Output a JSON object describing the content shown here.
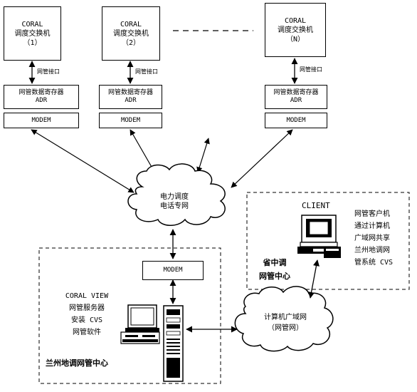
{
  "switches": [
    {
      "name": "CORAL",
      "label": "调度交换机",
      "index": "（1）"
    },
    {
      "name": "CORAL",
      "label": "调度交换机",
      "index": "（2）"
    },
    {
      "name": "CORAL",
      "label": "调度交换机",
      "index": "（N）"
    }
  ],
  "port_label": "网管接口",
  "adr": {
    "label": "网管数据寄存器",
    "abbr": "ADR"
  },
  "modem_label": "MODEM",
  "power_network": {
    "line1": "电力调度",
    "line2": "电话专网"
  },
  "wan": {
    "line1": "计算机广域网",
    "line2": "（网管网）"
  },
  "client": {
    "title": "CLIENT",
    "desc": [
      "网管客户机",
      "通过计算机",
      "广域网共享",
      "兰州地调网",
      "管系统 CVS"
    ],
    "center_line1": "省中调",
    "center_line2": "网管中心"
  },
  "server": {
    "desc": [
      "CORAL VIEW",
      "网管服务器",
      "安装 CVS",
      "网管软件"
    ],
    "center": "兰州地调网管中心"
  }
}
